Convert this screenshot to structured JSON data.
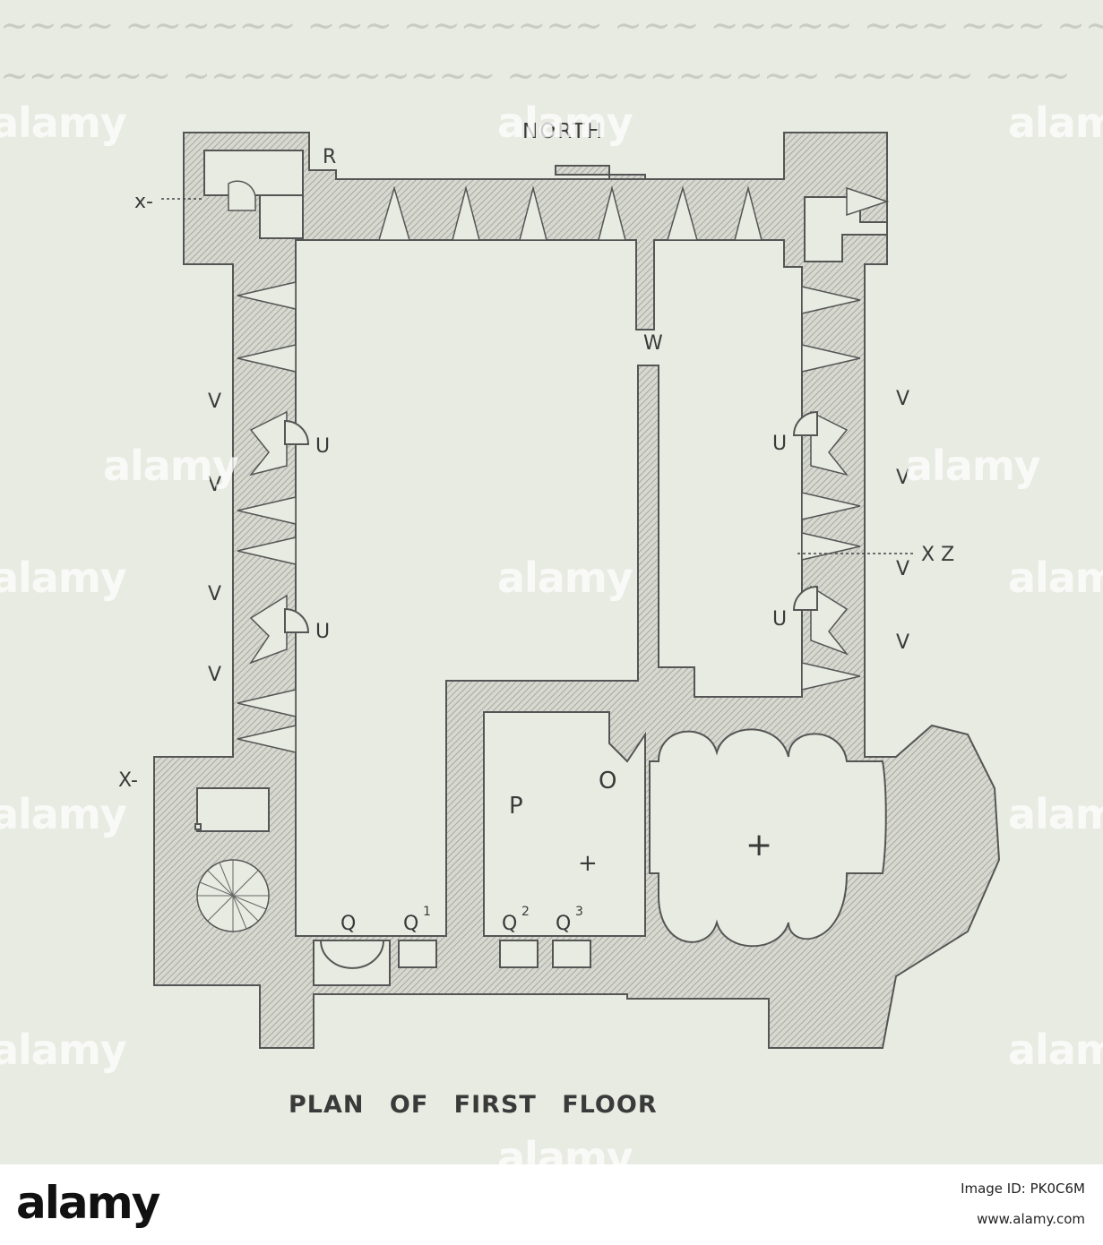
{
  "plan": {
    "title": "NORTH",
    "caption": "PLAN OF FIRST FLOOR",
    "labels": {
      "R": "R",
      "W": "W",
      "O": "O",
      "P": "P",
      "U": "U",
      "V": "V",
      "Q": "Q",
      "Q1": "Q",
      "Q1_sup": "1",
      "Q2": "Q",
      "Q2_sup": "2",
      "Q3": "Q",
      "Q3_sup": "3",
      "X": "X-",
      "XZ": "X Z",
      "cross": "+"
    }
  },
  "watermark": {
    "text": "alamy"
  },
  "footer": {
    "logo": "alamy",
    "image_id": "Image ID: PK0C6M",
    "url": "www.alamy.com"
  },
  "colors": {
    "paper": "#e8ebe2",
    "ink": "#3a3a3a",
    "hatch": "#b8bab2"
  }
}
